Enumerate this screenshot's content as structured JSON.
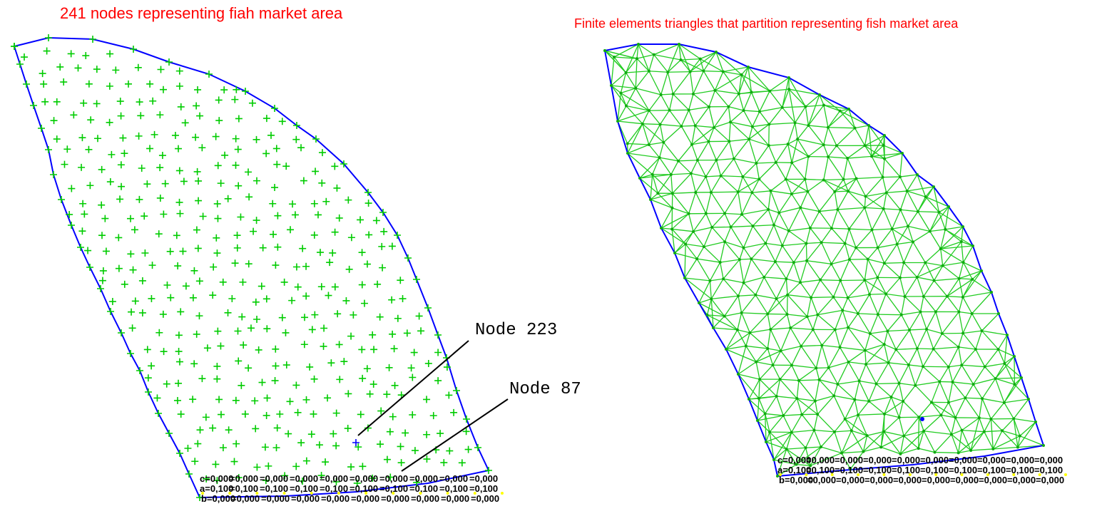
{
  "left_panel": {
    "title": "241 nodes representing fiah market area",
    "callouts": [
      {
        "id": "node-223",
        "label": "Node 223"
      },
      {
        "id": "node-87",
        "label": "Node 87"
      }
    ]
  },
  "right_panel": {
    "title": "Finite elements triangles that partition representing fish market area"
  },
  "boundary_labels": {
    "left": [
      "c=0,000",
      "a=0,100",
      "b=0,000",
      "=0,000",
      "=0,100",
      "=0,000"
    ],
    "right": [
      "c=0,000",
      "a=0,100",
      "b=0,000",
      "=0,000",
      "=0,100",
      "=0,000"
    ]
  },
  "colors": {
    "title": "#ff0000",
    "boundary": "#0000ff",
    "node": "#00cc00",
    "mesh": "#22cc22",
    "highlight_node": "#0000ff",
    "callout_line": "#000000",
    "boundary_node": "#ffff00"
  },
  "node_marker": "plus-sign"
}
